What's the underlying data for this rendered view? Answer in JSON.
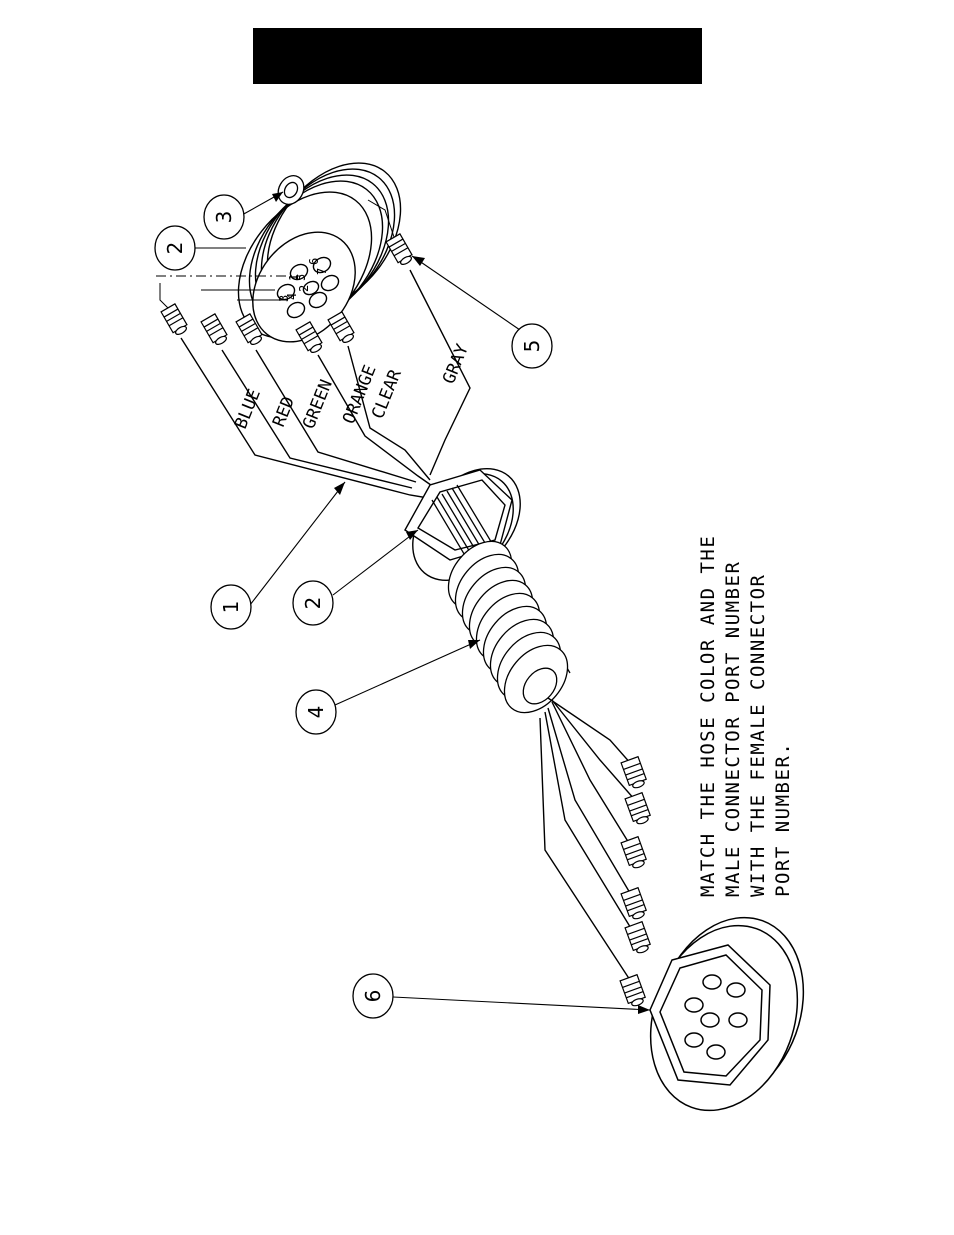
{
  "header": {
    "title": ""
  },
  "hose_labels": {
    "blue": "BLUE",
    "red": "RED",
    "green": "GREEN",
    "orange": "ORANGE",
    "clear": "CLEAR",
    "gray": "GRAY"
  },
  "port_numbers": [
    "1",
    "2",
    "3",
    "4",
    "5",
    "6",
    "7"
  ],
  "callouts": {
    "c1": "1",
    "c2_top": "2",
    "c2_nut": "2",
    "c3": "3",
    "c4": "4",
    "c5": "5",
    "c6": "6"
  },
  "instruction": {
    "line1": "MATCH THE HOSE COLOR AND THE",
    "line2": "MALE CONNECTOR PORT NUMBER",
    "line3": "WITH THE FEMALE CONNECTOR",
    "line4": "PORT NUMBER."
  }
}
